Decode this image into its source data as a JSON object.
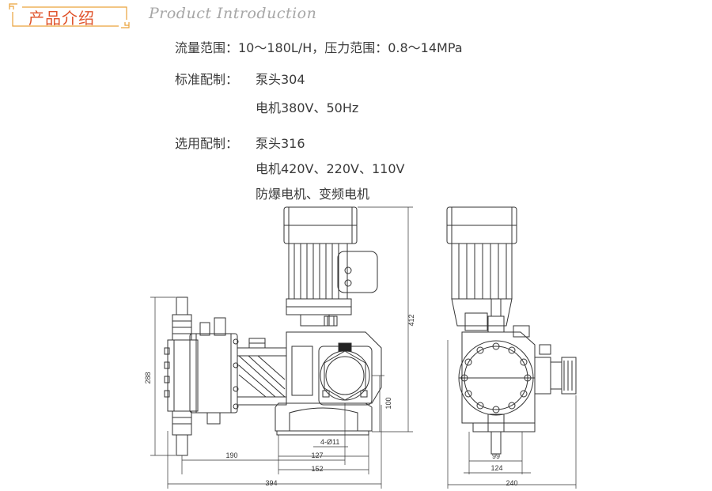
{
  "header": {
    "title_cn": "产品介绍",
    "title_en": "Product Introduction"
  },
  "specs": {
    "flow_line": "流量范围：10～180L/H，压力范围：0.8～14MPa",
    "standard_label": "标准配制：",
    "standard_item1": "泵头304",
    "standard_item2": "电机380V、50Hz",
    "optional_label": "选用配制：",
    "optional_item1": "泵头316",
    "optional_item2": "电机420V、220V、110V",
    "optional_item3": "防爆电机、变频电机"
  },
  "dimensions": {
    "height_total": "412",
    "height_head": "288",
    "shaft_height": "100",
    "bolts": "4-Ø11",
    "width_190": "190",
    "width_127": "127",
    "width_152": "152",
    "width_394": "394",
    "side_99": "99",
    "side_124": "124",
    "side_240": "240"
  },
  "colors": {
    "accent": "#e0542c",
    "frame": "#e9a23b",
    "text": "#3a3a3a",
    "line": "#333333"
  }
}
